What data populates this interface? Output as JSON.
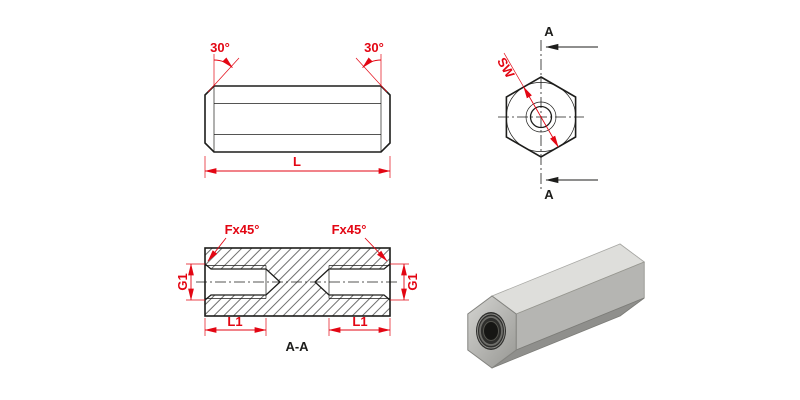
{
  "colors": {
    "dimension": "#e30613",
    "outline": "#1d1d1b",
    "metal_light": "#d8d8d5",
    "metal_dark": "#8f8f8c"
  },
  "side_view": {
    "angle_left": "30°",
    "angle_right": "30°",
    "length_label": "L"
  },
  "end_view": {
    "width_label": "SW",
    "section_label_top": "A",
    "section_label_bottom": "A"
  },
  "section_view": {
    "chamfer_label_left": "Fx45°",
    "chamfer_label_right": "Fx45°",
    "bore_label_left": "G1",
    "bore_label_right": "G1",
    "depth_label_left": "L1",
    "depth_label_right": "L1",
    "caption": "A-A"
  }
}
